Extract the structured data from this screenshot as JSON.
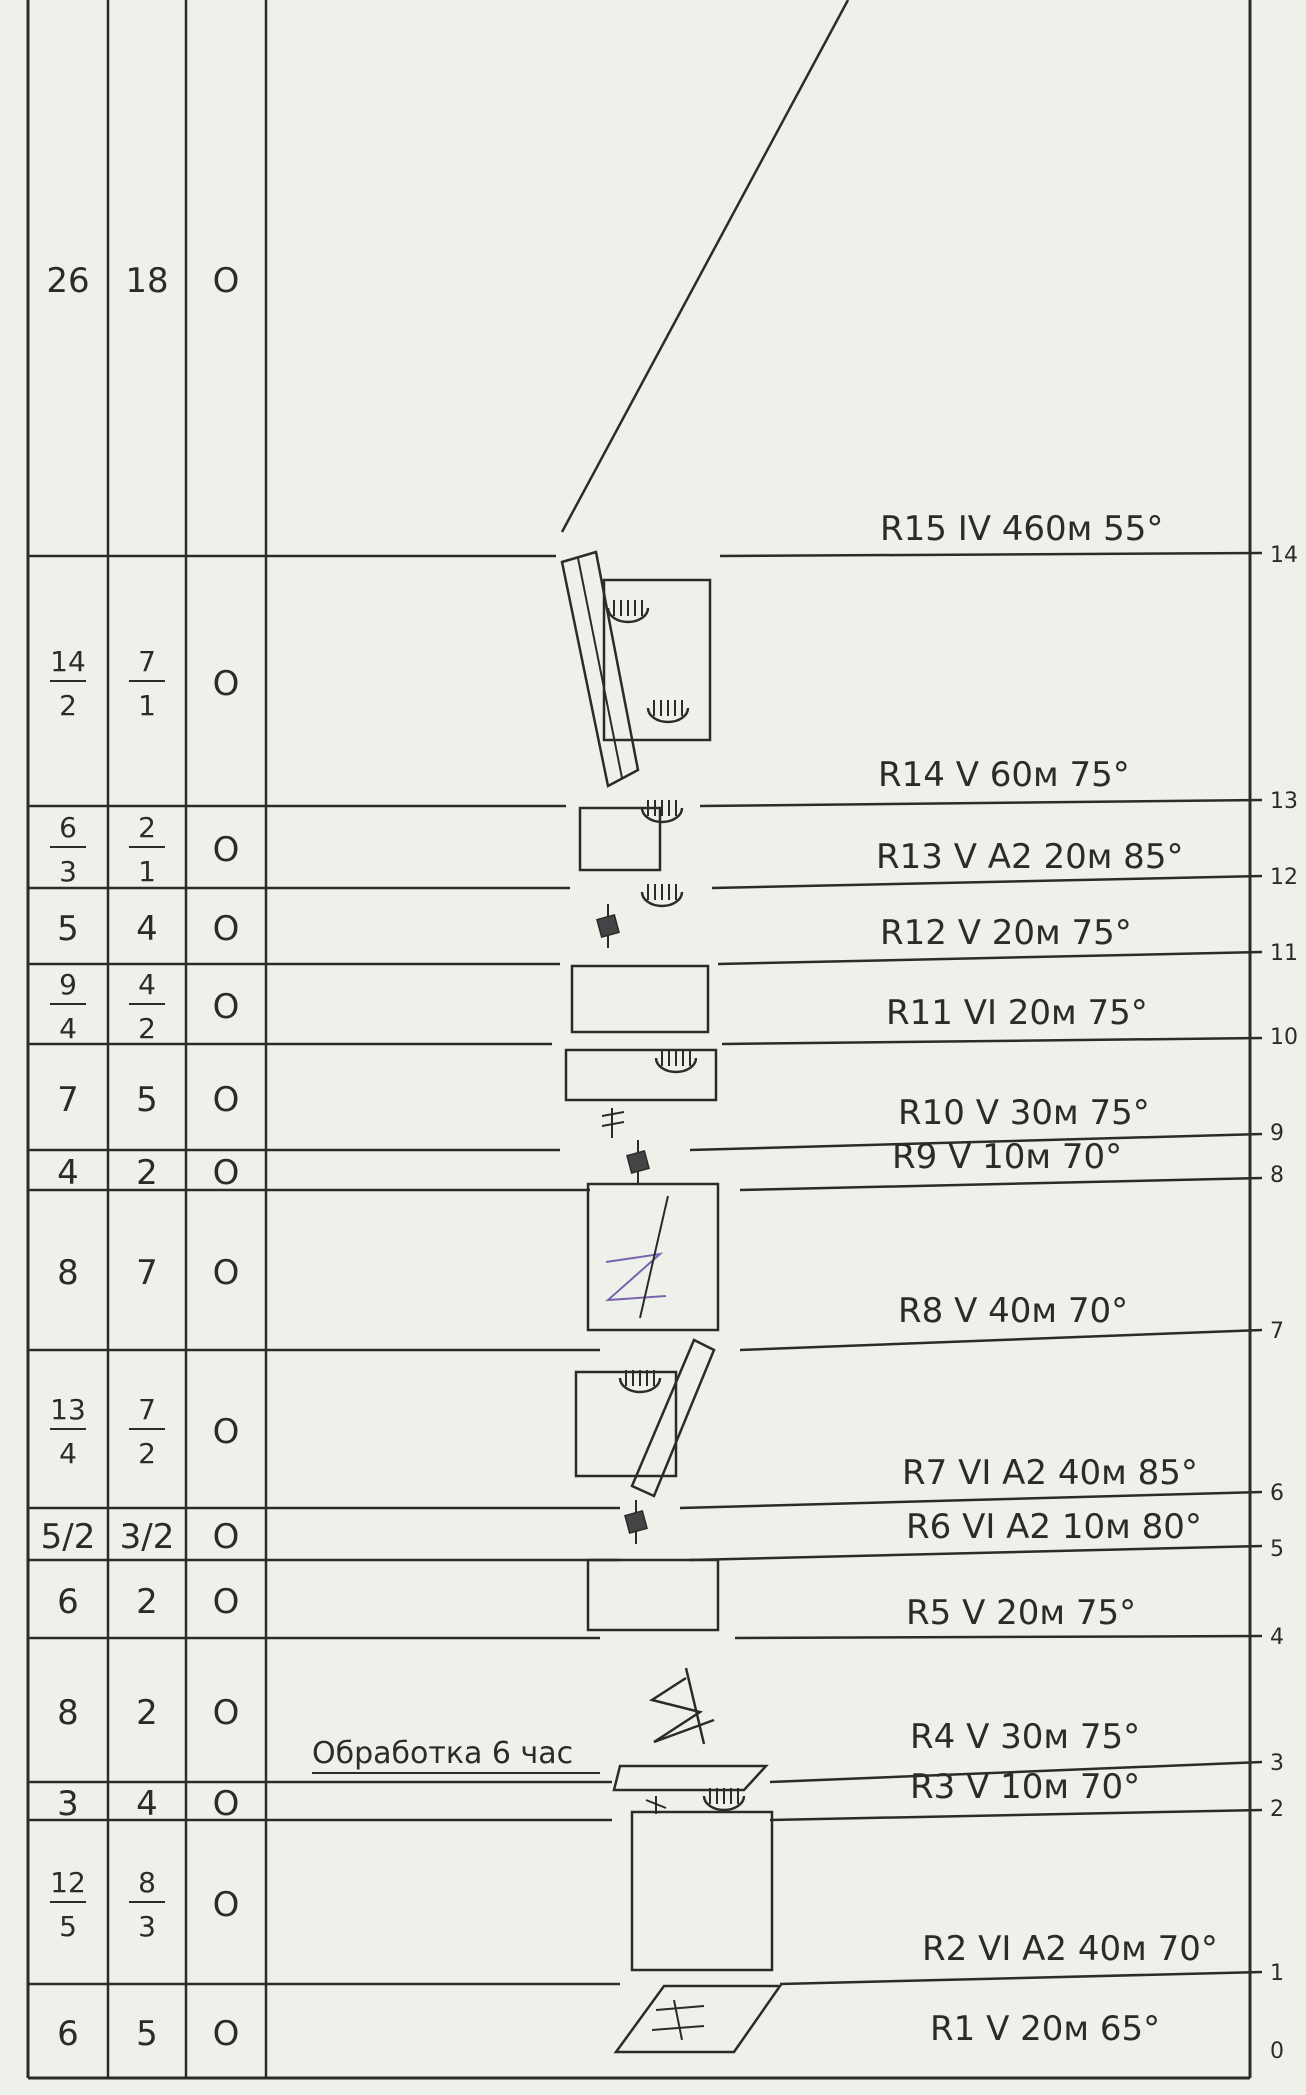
{
  "colors": {
    "paper": "#eef1ea",
    "ink": "#2b2b2b",
    "pencil": "#7a63b0"
  },
  "rows": [
    {
      "c1": "26",
      "c2": "18",
      "c3": "O"
    },
    {
      "c1": {
        "n": "14",
        "d": "2"
      },
      "c2": {
        "n": "7",
        "d": "1"
      },
      "c3": "O"
    },
    {
      "c1": {
        "n": "6",
        "d": "3"
      },
      "c2": {
        "n": "2",
        "d": "1"
      },
      "c3": "O"
    },
    {
      "c1": "5",
      "c2": "4",
      "c3": "O"
    },
    {
      "c1": {
        "n": "9",
        "d": "4"
      },
      "c2": {
        "n": "4",
        "d": "2"
      },
      "c3": "O"
    },
    {
      "c1": "7",
      "c2": "5",
      "c3": "O"
    },
    {
      "c1": "4",
      "c2": "2",
      "c3": "O"
    },
    {
      "c1": "8",
      "c2": "7",
      "c3": "O"
    },
    {
      "c1": {
        "n": "13",
        "d": "4"
      },
      "c2": {
        "n": "7",
        "d": "2"
      },
      "c3": "O"
    },
    {
      "c1": "5/2",
      "c2": "3/2",
      "c3": "O"
    },
    {
      "c1": "6",
      "c2": "2",
      "c3": "O"
    },
    {
      "c1": "8",
      "c2": "2",
      "c3": "O"
    },
    {
      "c1": "3",
      "c2": "4",
      "c3": "O"
    },
    {
      "c1": {
        "n": "12",
        "d": "5"
      },
      "c2": {
        "n": "8",
        "d": "3"
      },
      "c3": "O"
    },
    {
      "c1": "6",
      "c2": "5",
      "c3": "O"
    }
  ],
  "note": "Обработка 6 час",
  "layer_labels": [
    "R15 IV 460м 55°",
    "R14 V 60м 75°",
    "R13 V A2 20м 85°",
    "R12 V 20м 75°",
    "R11 VI 20м 75°",
    "R10 V 30м 75°",
    "R9 V 10м 70°",
    "R8 V 40м 70°",
    "R7 VI A2 40м 85°",
    "R6 VI A2 10м 80°",
    "R5 V 20м 75°",
    "R4 V 30м 75°",
    "R3 V 10м 70°",
    "R2 VI A2 40м 70°",
    "R1 V 20м 65°"
  ],
  "boundary_numbers": [
    "14",
    "13",
    "12",
    "11",
    "10",
    "9",
    "8",
    "7",
    "6",
    "5",
    "4",
    "3",
    "2",
    "1",
    "0"
  ]
}
